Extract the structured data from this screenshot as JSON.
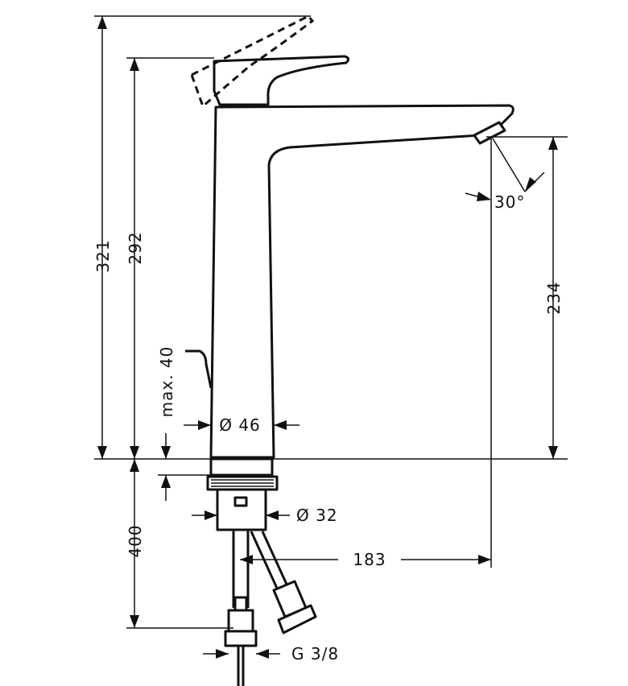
{
  "dimensions": {
    "total_height": "321",
    "spout_height": "292",
    "outlet_height": "234",
    "max_deck_thickness": "max. 40",
    "body_diameter": "Ø 46",
    "shank_diameter": "Ø 32",
    "spout_reach": "183",
    "hose_length": "400",
    "connection_thread": "G 3/8",
    "outlet_angle": "30°"
  }
}
